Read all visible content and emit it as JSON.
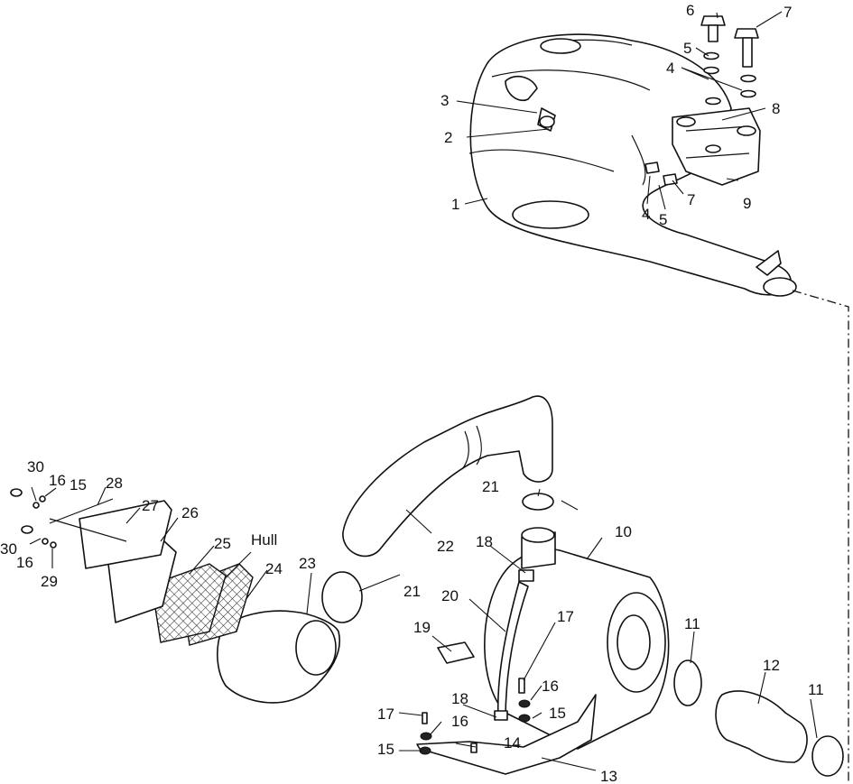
{
  "diagram": {
    "callouts": {
      "c1": "1",
      "c2": "2",
      "c3": "3",
      "c4a": "4",
      "c4b": "4",
      "c5a": "5",
      "c5b": "5",
      "c6": "6",
      "c7a": "7",
      "c7b": "7",
      "c8": "8",
      "c9": "9",
      "c10": "10",
      "c11a": "11",
      "c11b": "11",
      "c12": "12",
      "c13": "13",
      "c14": "14",
      "c15a": "15",
      "c15b": "15",
      "c15c": "15",
      "c16a": "16",
      "c16b": "16",
      "c16c": "16",
      "c16d": "16",
      "c17a": "17",
      "c17b": "17",
      "c18a": "18",
      "c18b": "18",
      "c19": "19",
      "c20": "20",
      "c21a": "21",
      "c21b": "21",
      "c22": "22",
      "c23": "23",
      "c24": "24",
      "c25": "25",
      "c26": "26",
      "c27": "27",
      "c28": "28",
      "c29": "29",
      "c30a": "30",
      "c30b": "30",
      "hull": "Hull"
    }
  }
}
